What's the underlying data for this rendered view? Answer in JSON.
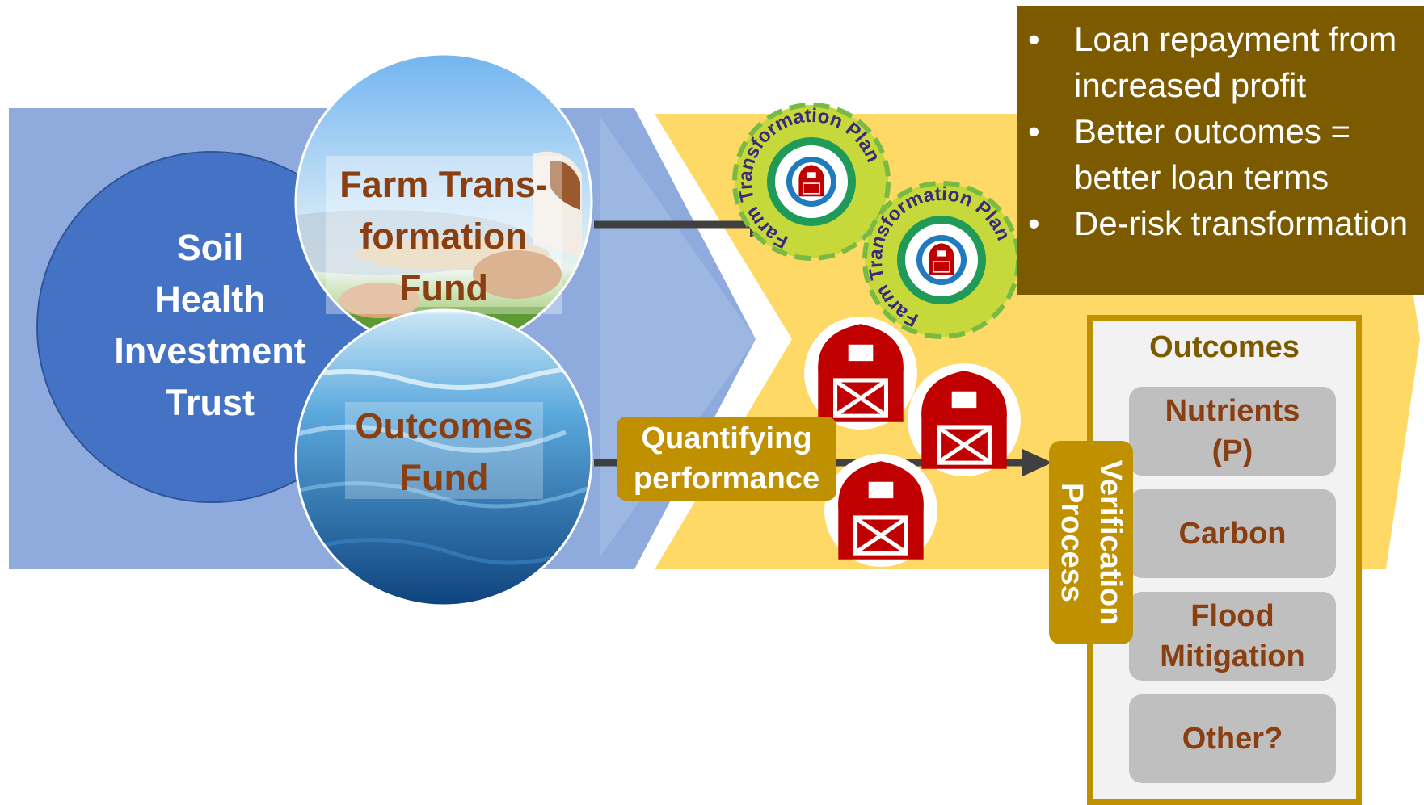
{
  "trust": {
    "lines": [
      "Soil",
      "Health",
      "Investment",
      "Trust"
    ]
  },
  "farm_fund": {
    "lines": [
      "Farm Trans-",
      "formation",
      "Fund"
    ]
  },
  "outcomes_fund": {
    "lines": [
      "Outcomes",
      "Fund"
    ]
  },
  "plan_badge": {
    "label": "Farm Transformation Plan"
  },
  "quantifying": {
    "lines": [
      "Quantifying",
      "performance"
    ]
  },
  "benefits": {
    "items": [
      "Loan repayment from increased profit",
      "Better outcomes = better loan terms",
      "De-risk transformation"
    ]
  },
  "verification": {
    "lines": [
      "Verification",
      "Process"
    ]
  },
  "outcomes_panel": {
    "title": "Outcomes",
    "items": [
      {
        "lines": [
          "Nutrients",
          "(P)"
        ]
      },
      {
        "lines": [
          "Carbon"
        ]
      },
      {
        "lines": [
          "Flood",
          "Mitigation"
        ]
      },
      {
        "lines": [
          "Other?"
        ]
      }
    ]
  },
  "colors": {
    "blue_arrow": "#8faadc",
    "trust_circle": "#4472c4",
    "yellow_arrow": "#ffd966",
    "gold": "#bf9000",
    "olive": "#7b5a00",
    "brown_text": "#8a3f12",
    "barn_red": "#c00000"
  },
  "icons": [
    "barn-icon",
    "cow-photo",
    "water-photo",
    "arrow-right-icon"
  ]
}
